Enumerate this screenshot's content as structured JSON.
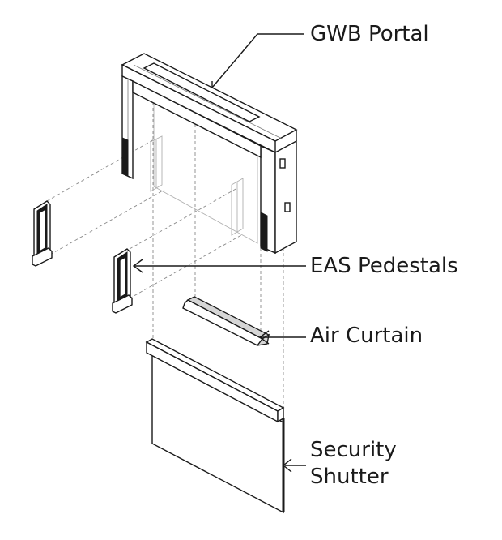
{
  "labels": {
    "portal": "GWB Portal",
    "eas": "EAS Pedestals",
    "air_curtain": "Air Curtain",
    "shutter_line1": "Security",
    "shutter_line2": "Shutter"
  }
}
